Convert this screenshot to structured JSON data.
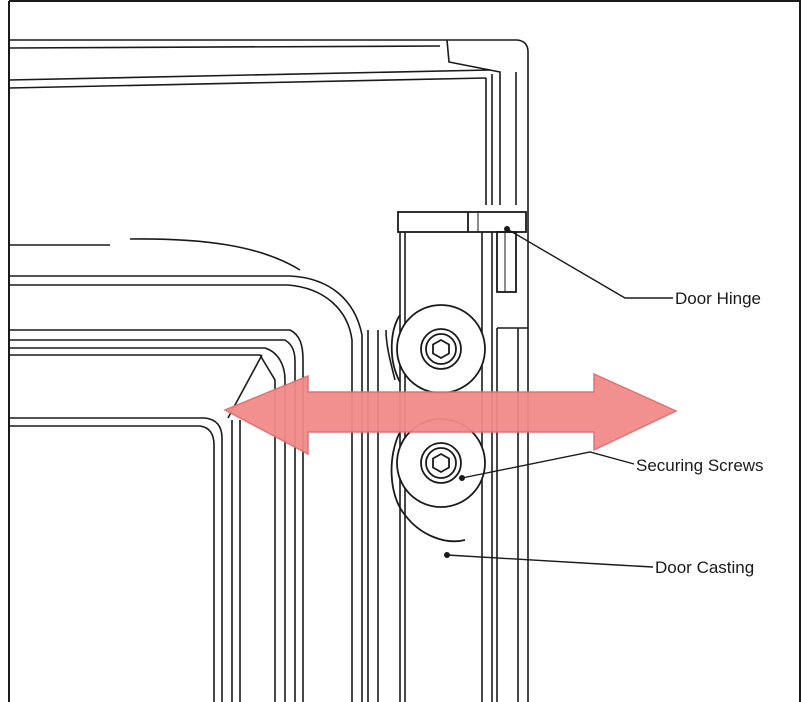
{
  "figure": {
    "callouts": [
      {
        "id": "door-hinge",
        "label": "Door Hinge"
      },
      {
        "id": "securing-screws",
        "label": "Securing Screws"
      },
      {
        "id": "door-casting",
        "label": "Door Casting"
      }
    ],
    "colors": {
      "line": "#1a1a1a",
      "arrow_fill": "#f28b8b",
      "arrow_stroke": "#e06d6d",
      "background": "#ffffff"
    },
    "icons": {
      "screw_head": "hex-socket-screw-icon",
      "arrow": "double-headed-arrow"
    }
  }
}
